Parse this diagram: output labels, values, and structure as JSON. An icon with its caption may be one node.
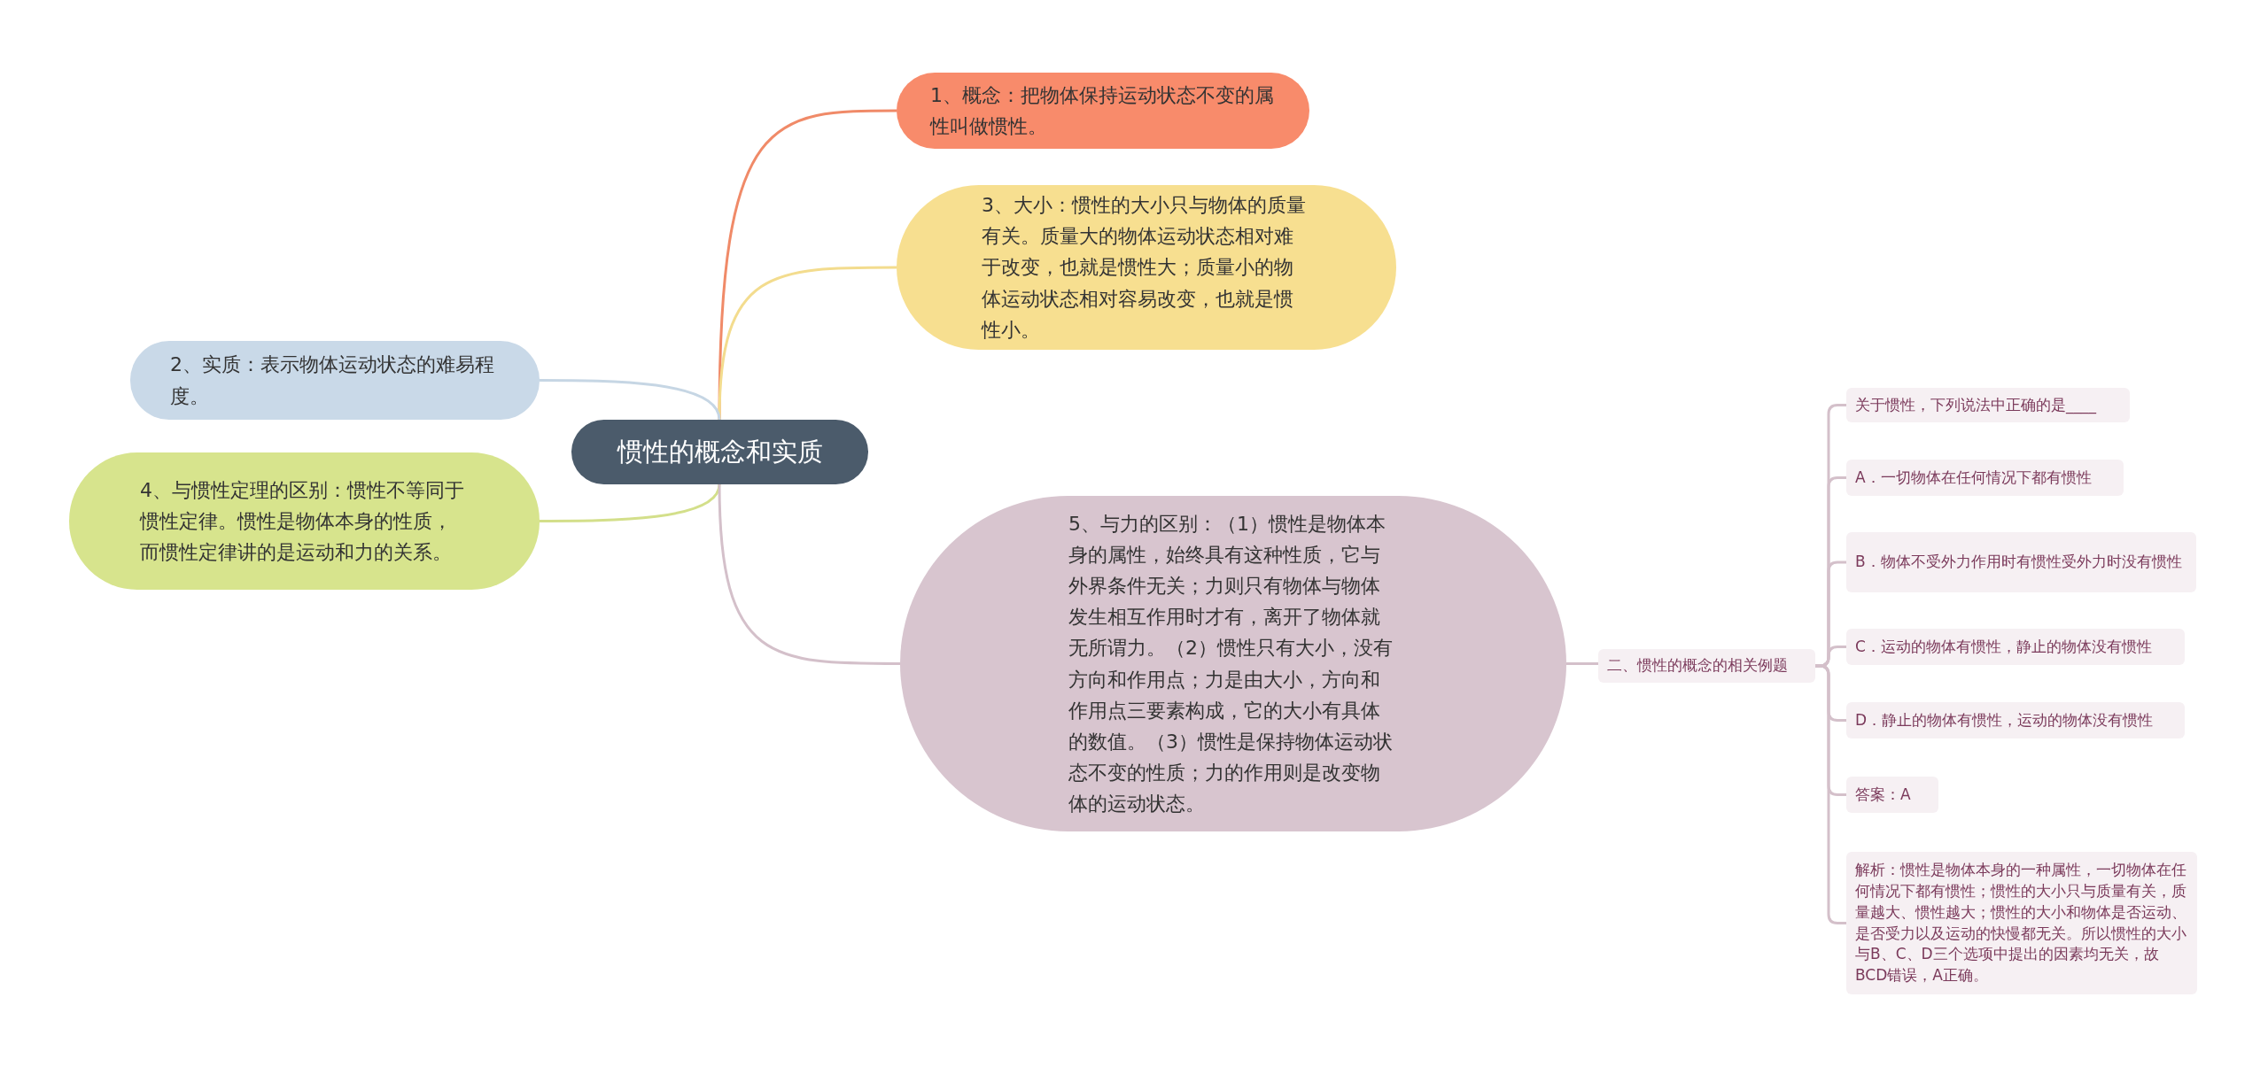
{
  "diagram": {
    "nodes": [
      {
        "text": [
          "惯性的概念和实质"
        ]
      },
      {
        "text": [
          "1、概念：把物体保持运动状态不变的属性叫做惯性。"
        ]
      },
      {
        "text": [
          "3、大小：惯性的大小只与物体的质量有关。质量大的物体运动状态相对难于改变，也就是惯性大；质量小的物体运动状态相对容易改变，也就是惯性小。"
        ]
      },
      {
        "text": [
          "2、实质：表示物体运动状态的难易程度。"
        ]
      },
      {
        "text": [
          "4、与惯性定理的区别：惯性不等同于惯性定律。惯性是物体本身的性质，而惯性定律讲的是运动和力的关系。"
        ]
      },
      {
        "text": [
          "5、与力的区别：（1）惯性是物体本身的属性，始终具有这种性质，它与外界条件无关；力则只有物体与物体发生相互作用时才有，离开了物体就无所谓力。（2）惯性只有大小，没有方向和作用点；力是由大小，方向和作用点三要素构成，它的大小有具体的数值。（3）惯性是保持物体运动状态不变的性质；力的作用则是改变物体的运动状态。"
        ]
      },
      {
        "text": [
          "二、惯性的概念的相关例题"
        ]
      },
      {
        "text": [
          "关于惯性，下列说法中正确的是____"
        ]
      },
      {
        "text": [
          "A．一切物体在任何情况下都有惯性"
        ]
      },
      {
        "text": [
          "B．物体不受外力作用时有惯性受外力时没有惯性"
        ]
      },
      {
        "text": [
          "C．运动的物体有惯性，静止的物体没有惯性"
        ]
      },
      {
        "text": [
          "D．静止的物体有惯性，运动的物体没有惯性"
        ]
      },
      {
        "text": [
          "答案：A"
        ]
      },
      {
        "text": [
          "解析：惯性是物体本身的一种属性，一切物体在任何情况下都有惯性；惯性的大小只与质量有关，质量越大、惯性越大；惯性的大小和物体是否运动、是否受力以及运动的快慢都无关。所以惯性的大小与B、C、D三个选项中提出的因素均无关，故BCD错误，A正确。"
        ]
      }
    ],
    "edges": [
      {
        "from": 0,
        "to": 1,
        "arrow": "none",
        "color": "#f08a68"
      },
      {
        "from": 0,
        "to": 2,
        "arrow": "none",
        "color": "#f3dc8e"
      },
      {
        "from": 0,
        "to": 3,
        "arrow": "none",
        "color": "#c6d6e4"
      },
      {
        "from": 0,
        "to": 4,
        "arrow": "none",
        "color": "#d3df8a"
      },
      {
        "from": 0,
        "to": 5,
        "arrow": "none"
      },
      {
        "from": 5,
        "to": 6,
        "arrow": "none"
      },
      {
        "from": 6,
        "to": 7,
        "arrow": "none"
      },
      {
        "from": 6,
        "to": 8,
        "arrow": "none"
      },
      {
        "from": 6,
        "to": 9,
        "arrow": "none"
      },
      {
        "from": 6,
        "to": 10,
        "arrow": "none"
      },
      {
        "from": 6,
        "to": 11,
        "arrow": "none"
      },
      {
        "from": 6,
        "to": 12,
        "arrow": "none"
      },
      {
        "from": 6,
        "to": 13,
        "arrow": "none"
      }
    ]
  }
}
